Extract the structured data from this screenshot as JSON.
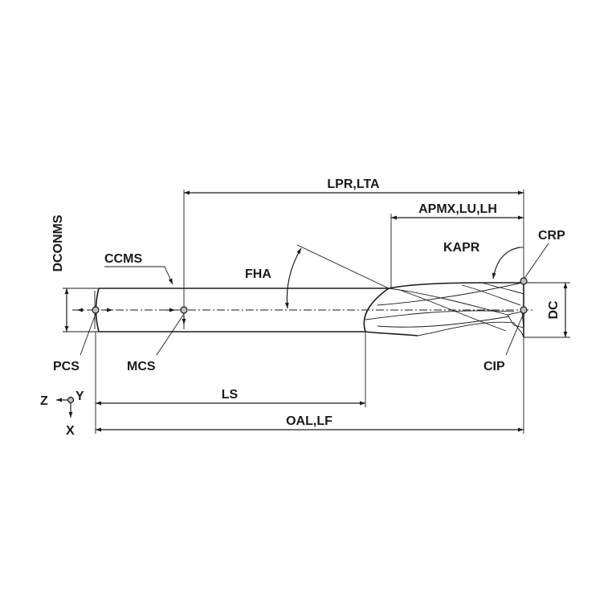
{
  "labels": {
    "lpr_lta": "LPR,LTA",
    "apmx_lu_lh": "APMX,LU,LH",
    "dconms": "DCONMS",
    "ccms": "CCMS",
    "fha": "FHA",
    "kapr": "KAPR",
    "crp": "CRP",
    "dc": "DC",
    "pcs": "PCS",
    "mcs": "MCS",
    "cip": "CIP",
    "ls": "LS",
    "oal_lf": "OAL,LF",
    "axis_z": "Z",
    "axis_y": "Y",
    "axis_x": "X"
  }
}
